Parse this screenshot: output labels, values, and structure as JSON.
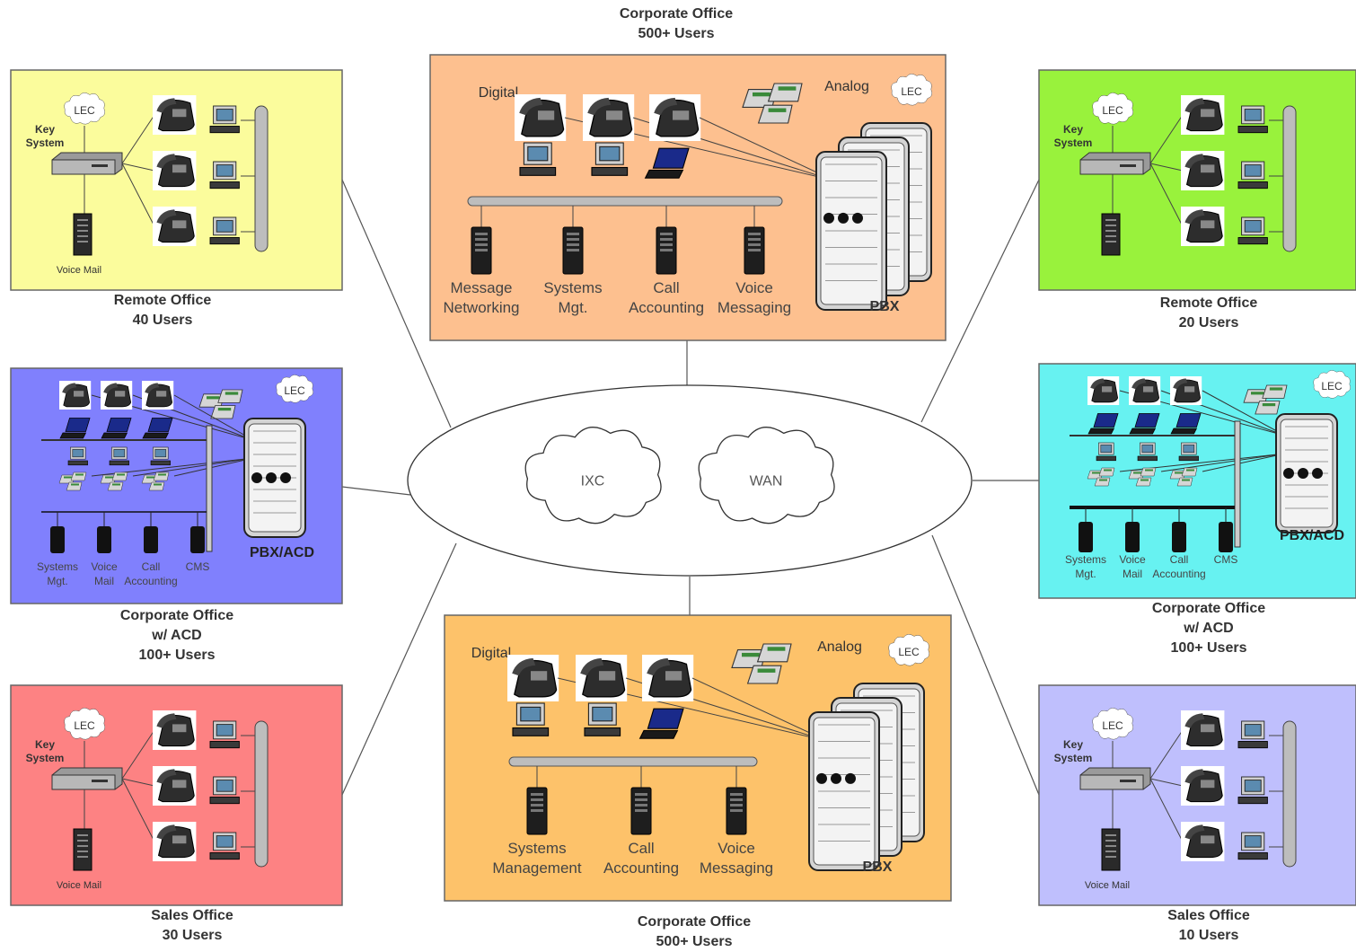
{
  "network": {
    "clouds": [
      "IXC",
      "WAN"
    ]
  },
  "offices": [
    {
      "id": "corp-top",
      "color": "#fdc08f",
      "title_lines": [
        "Corporate Office",
        "500+ Users"
      ],
      "digital_label": "Digital",
      "analog_label": "Analog",
      "lec_label": "LEC",
      "pbx_label": "PBX",
      "servers": [
        [
          "Message",
          "Networking"
        ],
        [
          "Systems",
          "Mgt."
        ],
        [
          "Call",
          "Accounting"
        ],
        [
          "Voice",
          "Messaging"
        ]
      ]
    },
    {
      "id": "remote-40",
      "color": "#fbfc9c",
      "title_lines": [
        "Remote Office",
        "40 Users"
      ],
      "lec_label": "LEC",
      "key_system_lines": [
        "Key",
        "System"
      ],
      "voicemail_label": "Voice Mail"
    },
    {
      "id": "remote-20",
      "color": "#99f23c",
      "title_lines": [
        "Remote Office",
        "20 Users"
      ],
      "lec_label": "LEC",
      "key_system_lines": [
        "Key",
        "System"
      ],
      "voicemail_label": ""
    },
    {
      "id": "corp-acd-left",
      "color": "#8080fd",
      "title_lines": [
        "Corporate Office",
        "w/ ACD",
        "100+ Users"
      ],
      "lec_label": "LEC",
      "pbx_label": "PBX/ACD",
      "servers": [
        [
          "Systems",
          "Mgt."
        ],
        [
          "Voice",
          "Mail"
        ],
        [
          "Call",
          "Accounting"
        ],
        [
          "CMS"
        ]
      ]
    },
    {
      "id": "corp-acd-right",
      "color": "#67f2f1",
      "title_lines": [
        "Corporate Office",
        "w/ ACD",
        "100+ Users"
      ],
      "lec_label": "LEC",
      "pbx_label": "PBX/ACD",
      "servers": [
        [
          "Systems",
          "Mgt."
        ],
        [
          "Voice",
          "Mail"
        ],
        [
          "Call",
          "Accounting"
        ],
        [
          "CMS"
        ]
      ]
    },
    {
      "id": "sales-30",
      "color": "#fd8283",
      "title_lines": [
        "Sales Office",
        "30 Users"
      ],
      "lec_label": "LEC",
      "key_system_lines": [
        "Key",
        "System"
      ],
      "voicemail_label": "Voice Mail"
    },
    {
      "id": "sales-10",
      "color": "#bfbffd",
      "title_lines": [
        "Sales Office",
        "10 Users"
      ],
      "lec_label": "LEC",
      "key_system_lines": [
        "Key",
        "System"
      ],
      "voicemail_label": "Voice Mail"
    },
    {
      "id": "corp-bottom",
      "color": "#fdc26a",
      "title_lines": [
        "Corporate Office",
        "500+ Users"
      ],
      "digital_label": "Digital",
      "analog_label": "Analog",
      "lec_label": "LEC",
      "pbx_label": "PBX",
      "servers": [
        [
          "Systems",
          "Management"
        ],
        [
          "Call",
          "Accounting"
        ],
        [
          "Voice",
          "Messaging"
        ]
      ]
    }
  ]
}
